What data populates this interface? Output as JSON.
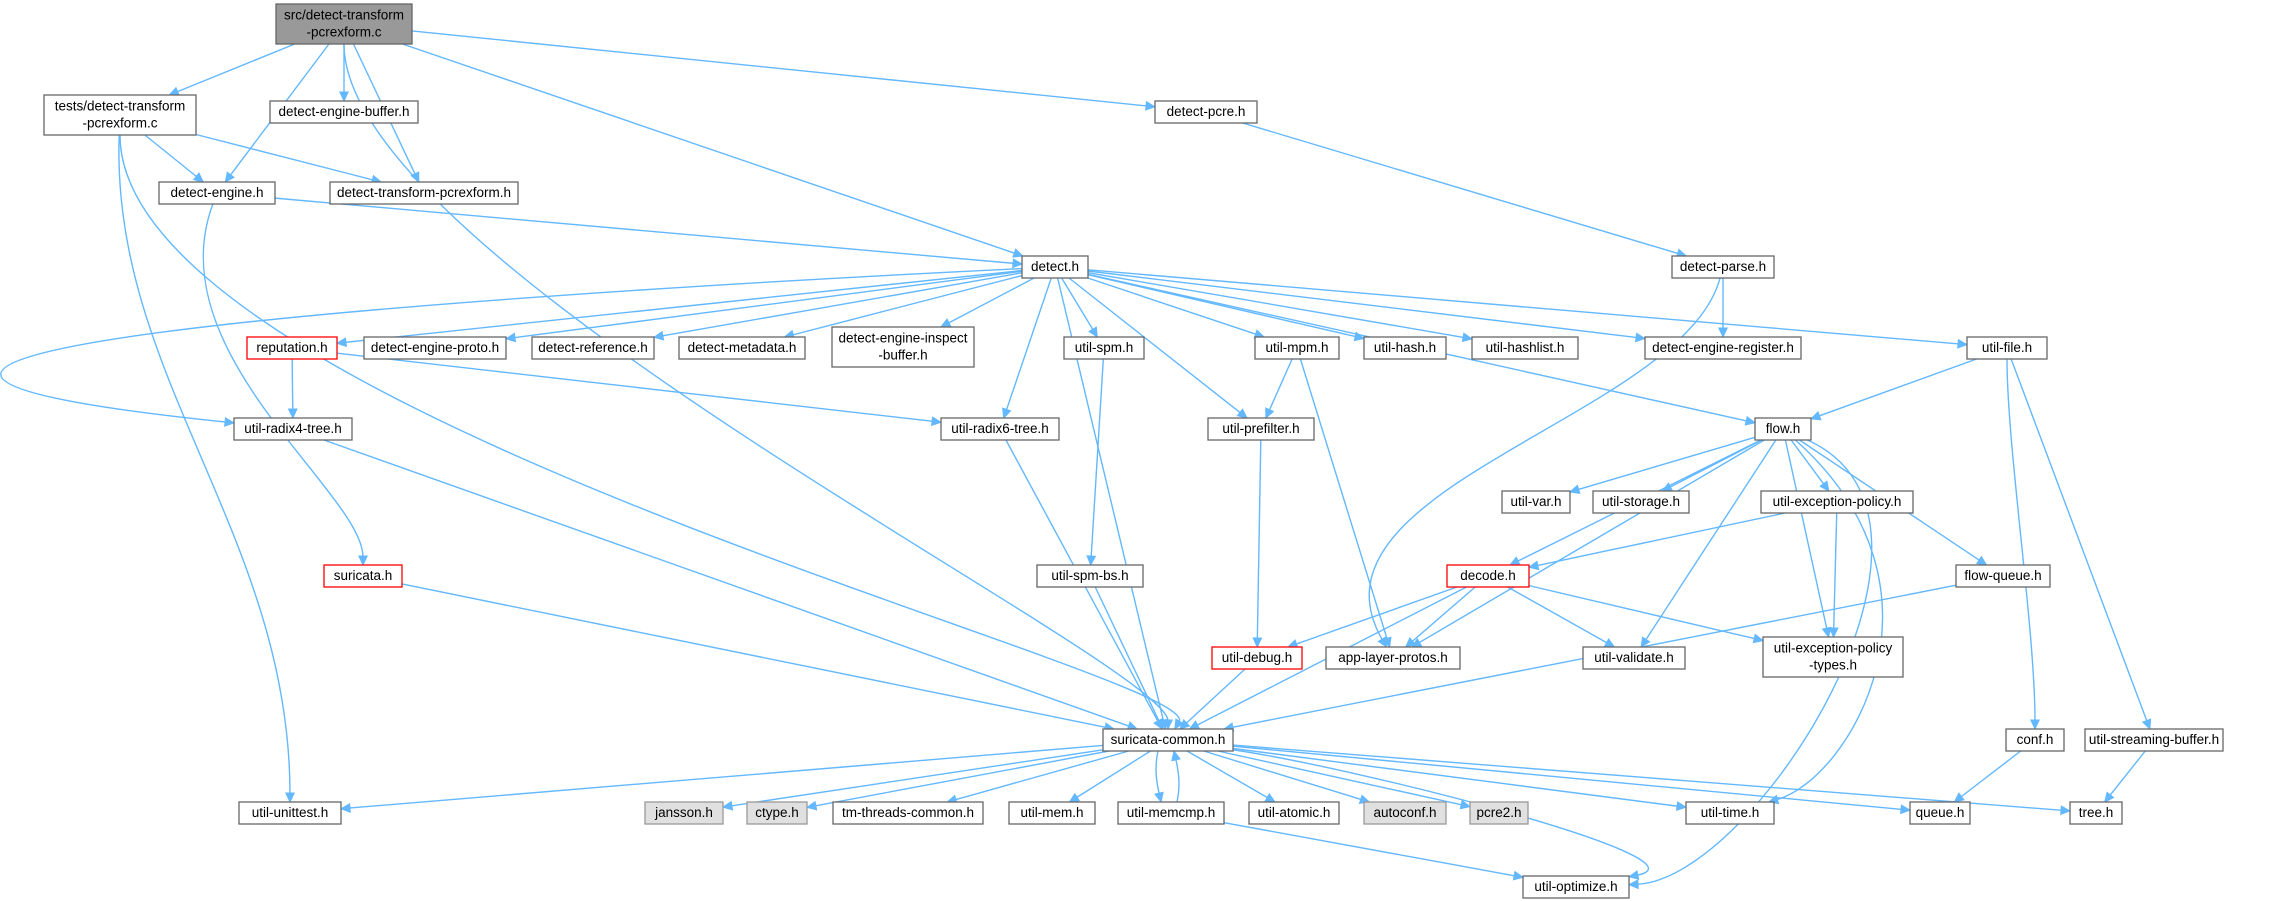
{
  "colors": {
    "edge": "#63b8ff",
    "node_border": "#666666",
    "node_fill": "#ffffff",
    "truncated_border": "#ff0000",
    "root_fill": "#999999",
    "root_border": "#666666",
    "external_fill": "#e0e0e0",
    "external_border": "#999999"
  },
  "nodes": [
    {
      "id": "root",
      "lines": [
        "src/detect-transform",
        "-pcrexform.c"
      ],
      "style": "root"
    },
    {
      "id": "tests",
      "lines": [
        "tests/detect-transform",
        "-pcrexform.c"
      ],
      "style": "normal"
    },
    {
      "id": "deb",
      "lines": [
        "detect-engine-buffer.h"
      ],
      "style": "normal"
    },
    {
      "id": "dpcre",
      "lines": [
        "detect-pcre.h"
      ],
      "style": "normal"
    },
    {
      "id": "de",
      "lines": [
        "detect-engine.h"
      ],
      "style": "normal"
    },
    {
      "id": "dtp",
      "lines": [
        "detect-transform-pcrexform.h"
      ],
      "style": "normal"
    },
    {
      "id": "detect",
      "lines": [
        "detect.h"
      ],
      "style": "normal"
    },
    {
      "id": "dparse",
      "lines": [
        "detect-parse.h"
      ],
      "style": "normal"
    },
    {
      "id": "rep",
      "lines": [
        "reputation.h"
      ],
      "style": "truncated"
    },
    {
      "id": "dep",
      "lines": [
        "detect-engine-proto.h"
      ],
      "style": "normal"
    },
    {
      "id": "dref",
      "lines": [
        "detect-reference.h"
      ],
      "style": "normal"
    },
    {
      "id": "dmeta",
      "lines": [
        "detect-metadata.h"
      ],
      "style": "normal"
    },
    {
      "id": "deib",
      "lines": [
        "detect-engine-inspect",
        "-buffer.h"
      ],
      "style": "normal"
    },
    {
      "id": "spm",
      "lines": [
        "util-spm.h"
      ],
      "style": "normal"
    },
    {
      "id": "mpm",
      "lines": [
        "util-mpm.h"
      ],
      "style": "normal"
    },
    {
      "id": "hash",
      "lines": [
        "util-hash.h"
      ],
      "style": "normal"
    },
    {
      "id": "hashlist",
      "lines": [
        "util-hashlist.h"
      ],
      "style": "normal"
    },
    {
      "id": "der",
      "lines": [
        "detect-engine-register.h"
      ],
      "style": "normal"
    },
    {
      "id": "file",
      "lines": [
        "util-file.h"
      ],
      "style": "normal"
    },
    {
      "id": "r4",
      "lines": [
        "util-radix4-tree.h"
      ],
      "style": "normal"
    },
    {
      "id": "r6",
      "lines": [
        "util-radix6-tree.h"
      ],
      "style": "normal"
    },
    {
      "id": "pref",
      "lines": [
        "util-prefilter.h"
      ],
      "style": "normal"
    },
    {
      "id": "flow",
      "lines": [
        "flow.h"
      ],
      "style": "normal"
    },
    {
      "id": "var",
      "lines": [
        "util-var.h"
      ],
      "style": "normal"
    },
    {
      "id": "stor",
      "lines": [
        "util-storage.h"
      ],
      "style": "normal"
    },
    {
      "id": "exc",
      "lines": [
        "util-exception-policy.h"
      ],
      "style": "normal"
    },
    {
      "id": "suri",
      "lines": [
        "suricata.h"
      ],
      "style": "truncated"
    },
    {
      "id": "spmbs",
      "lines": [
        "util-spm-bs.h"
      ],
      "style": "normal"
    },
    {
      "id": "decode",
      "lines": [
        "decode.h"
      ],
      "style": "truncated"
    },
    {
      "id": "fq",
      "lines": [
        "flow-queue.h"
      ],
      "style": "normal"
    },
    {
      "id": "dbg",
      "lines": [
        "util-debug.h"
      ],
      "style": "truncated"
    },
    {
      "id": "alp",
      "lines": [
        "app-layer-protos.h"
      ],
      "style": "normal"
    },
    {
      "id": "val",
      "lines": [
        "util-validate.h"
      ],
      "style": "normal"
    },
    {
      "id": "ept",
      "lines": [
        "util-exception-policy",
        "-types.h"
      ],
      "style": "normal"
    },
    {
      "id": "conf",
      "lines": [
        "conf.h"
      ],
      "style": "normal"
    },
    {
      "id": "sbuf",
      "lines": [
        "util-streaming-buffer.h"
      ],
      "style": "normal"
    },
    {
      "id": "common",
      "lines": [
        "suricata-common.h"
      ],
      "style": "normal"
    },
    {
      "id": "ut",
      "lines": [
        "util-unittest.h"
      ],
      "style": "normal"
    },
    {
      "id": "jansson",
      "lines": [
        "jansson.h"
      ],
      "style": "external"
    },
    {
      "id": "ctype",
      "lines": [
        "ctype.h"
      ],
      "style": "external"
    },
    {
      "id": "tm",
      "lines": [
        "tm-threads-common.h"
      ],
      "style": "normal"
    },
    {
      "id": "mem",
      "lines": [
        "util-mem.h"
      ],
      "style": "normal"
    },
    {
      "id": "memcmp",
      "lines": [
        "util-memcmp.h"
      ],
      "style": "normal"
    },
    {
      "id": "atomic",
      "lines": [
        "util-atomic.h"
      ],
      "style": "normal"
    },
    {
      "id": "autoconf",
      "lines": [
        "autoconf.h"
      ],
      "style": "external"
    },
    {
      "id": "pcre2",
      "lines": [
        "pcre2.h"
      ],
      "style": "external"
    },
    {
      "id": "time",
      "lines": [
        "util-time.h"
      ],
      "style": "normal"
    },
    {
      "id": "queue",
      "lines": [
        "queue.h"
      ],
      "style": "normal"
    },
    {
      "id": "tree",
      "lines": [
        "tree.h"
      ],
      "style": "normal"
    },
    {
      "id": "opt",
      "lines": [
        "util-optimize.h"
      ],
      "style": "normal"
    }
  ],
  "edges": [
    [
      "root",
      "tests"
    ],
    [
      "root",
      "deb"
    ],
    [
      "root",
      "de"
    ],
    [
      "root",
      "dtp"
    ],
    [
      "root",
      "dpcre"
    ],
    [
      "root",
      "detect"
    ],
    [
      "root",
      "common"
    ],
    [
      "tests",
      "de"
    ],
    [
      "tests",
      "dtp"
    ],
    [
      "tests",
      "common"
    ],
    [
      "tests",
      "ut"
    ],
    [
      "dpcre",
      "dparse"
    ],
    [
      "de",
      "detect"
    ],
    [
      "de",
      "suri"
    ],
    [
      "dparse",
      "der"
    ],
    [
      "dparse",
      "alp"
    ],
    [
      "detect",
      "rep"
    ],
    [
      "detect",
      "dep"
    ],
    [
      "detect",
      "dref"
    ],
    [
      "detect",
      "dmeta"
    ],
    [
      "detect",
      "deib"
    ],
    [
      "detect",
      "spm"
    ],
    [
      "detect",
      "mpm"
    ],
    [
      "detect",
      "hash"
    ],
    [
      "detect",
      "hashlist"
    ],
    [
      "detect",
      "der"
    ],
    [
      "detect",
      "file"
    ],
    [
      "detect",
      "r4"
    ],
    [
      "detect",
      "r6"
    ],
    [
      "detect",
      "pref"
    ],
    [
      "detect",
      "flow"
    ],
    [
      "detect",
      "common"
    ],
    [
      "rep",
      "r4"
    ],
    [
      "rep",
      "r6"
    ],
    [
      "spm",
      "spmbs"
    ],
    [
      "mpm",
      "pref"
    ],
    [
      "mpm",
      "alp"
    ],
    [
      "file",
      "flow"
    ],
    [
      "file",
      "conf"
    ],
    [
      "file",
      "sbuf"
    ],
    [
      "r4",
      "common"
    ],
    [
      "r6",
      "common"
    ],
    [
      "pref",
      "dbg"
    ],
    [
      "flow",
      "var"
    ],
    [
      "flow",
      "stor"
    ],
    [
      "flow",
      "exc"
    ],
    [
      "flow",
      "decode"
    ],
    [
      "flow",
      "fq"
    ],
    [
      "flow",
      "alp"
    ],
    [
      "flow",
      "val"
    ],
    [
      "flow",
      "ept"
    ],
    [
      "flow",
      "time"
    ],
    [
      "flow",
      "opt"
    ],
    [
      "exc",
      "decode"
    ],
    [
      "exc",
      "ept"
    ],
    [
      "suri",
      "common"
    ],
    [
      "spmbs",
      "common"
    ],
    [
      "decode",
      "dbg"
    ],
    [
      "decode",
      "alp"
    ],
    [
      "decode",
      "val"
    ],
    [
      "decode",
      "ept"
    ],
    [
      "decode",
      "common"
    ],
    [
      "fq",
      "common"
    ],
    [
      "dbg",
      "common"
    ],
    [
      "conf",
      "queue"
    ],
    [
      "sbuf",
      "tree"
    ],
    [
      "common",
      "ut"
    ],
    [
      "common",
      "jansson"
    ],
    [
      "common",
      "ctype"
    ],
    [
      "common",
      "tm"
    ],
    [
      "common",
      "mem"
    ],
    [
      "common",
      "memcmp"
    ],
    [
      "common",
      "atomic"
    ],
    [
      "common",
      "autoconf"
    ],
    [
      "common",
      "pcre2"
    ],
    [
      "common",
      "time"
    ],
    [
      "common",
      "queue"
    ],
    [
      "common",
      "tree"
    ],
    [
      "common",
      "opt"
    ],
    [
      "memcmp",
      "common"
    ],
    [
      "memcmp",
      "opt"
    ]
  ]
}
